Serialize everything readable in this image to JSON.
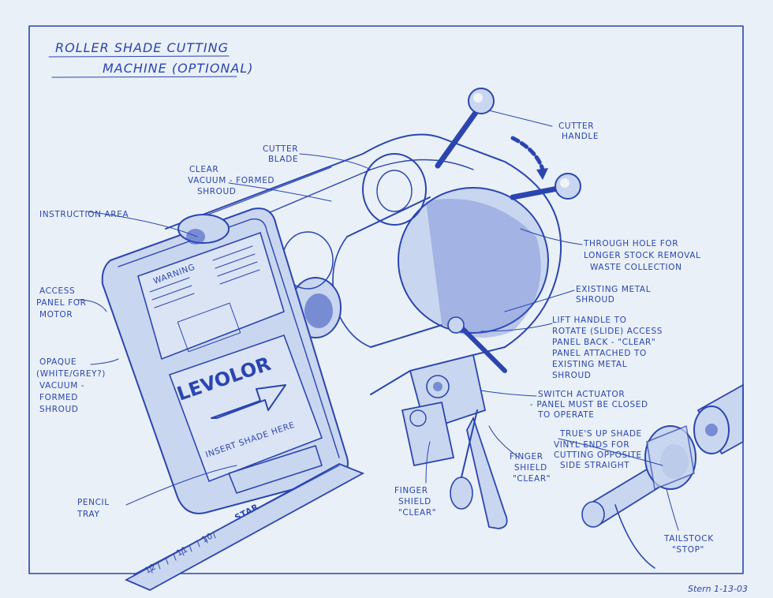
{
  "title": {
    "line1": "ROLLER SHADE CUTTING",
    "line2": "MACHINE (OPTIONAL)"
  },
  "labels": {
    "cutter_handle": [
      "CUTTER",
      "HANDLE"
    ],
    "cutter_blade": [
      "CUTTER",
      "BLADE"
    ],
    "clear_shroud": [
      "CLEAR",
      "VACUUM - FORMED",
      "SHROUD"
    ],
    "instruction_area": [
      "INSTRUCTION AREA"
    ],
    "access_panel": [
      "ACCESS",
      "PANEL FOR",
      "MOTOR"
    ],
    "opaque_shroud": [
      "OPAQUE",
      "(WHITE/GREY?)",
      "VACUUM -",
      "FORMED",
      "SHROUD"
    ],
    "pencil_tray": [
      "PENCIL",
      "TRAY"
    ],
    "through_hole": [
      "THROUGH HOLE FOR",
      "LONGER STOCK REMOVAL",
      "WASTE COLLECTION"
    ],
    "existing_shroud": [
      "EXISTING METAL",
      "SHROUD"
    ],
    "lift_handle": [
      "LIFT HANDLE TO",
      "ROTATE (SLIDE) ACCESS",
      "PANEL BACK - \"CLEAR\"",
      "PANEL ATTACHED TO",
      "EXISTING METAL",
      "SHROUD"
    ],
    "switch_actuator": [
      "SWITCH ACTUATOR",
      "- PANEL MUST BE CLOSED",
      "TO OPERATE"
    ],
    "trues_up": [
      "TRUE'S UP SHADE",
      "VINYL ENDS FOR",
      "CUTTING OPPOSITE",
      "SIDE STRAIGHT"
    ],
    "finger_shield_right": [
      "FINGER",
      "SHIELD",
      "\"CLEAR\""
    ],
    "finger_shield_bottom": [
      "FINGER",
      "SHIELD",
      "\"CLEAR\""
    ],
    "tailstock": [
      "TAILSTOCK",
      "\"STOP\""
    ]
  },
  "panel": {
    "warning": "WARNING",
    "brand": "LEVOLOR",
    "insert_text": "INSERT SHADE HERE"
  },
  "ruler": {
    "brand": "STAR",
    "ticks": [
      "12",
      "11",
      "10"
    ]
  },
  "signature": "Stern 1-13-03",
  "colors": {
    "ink": "#2b45b0",
    "paper": "#e9f0f7"
  }
}
